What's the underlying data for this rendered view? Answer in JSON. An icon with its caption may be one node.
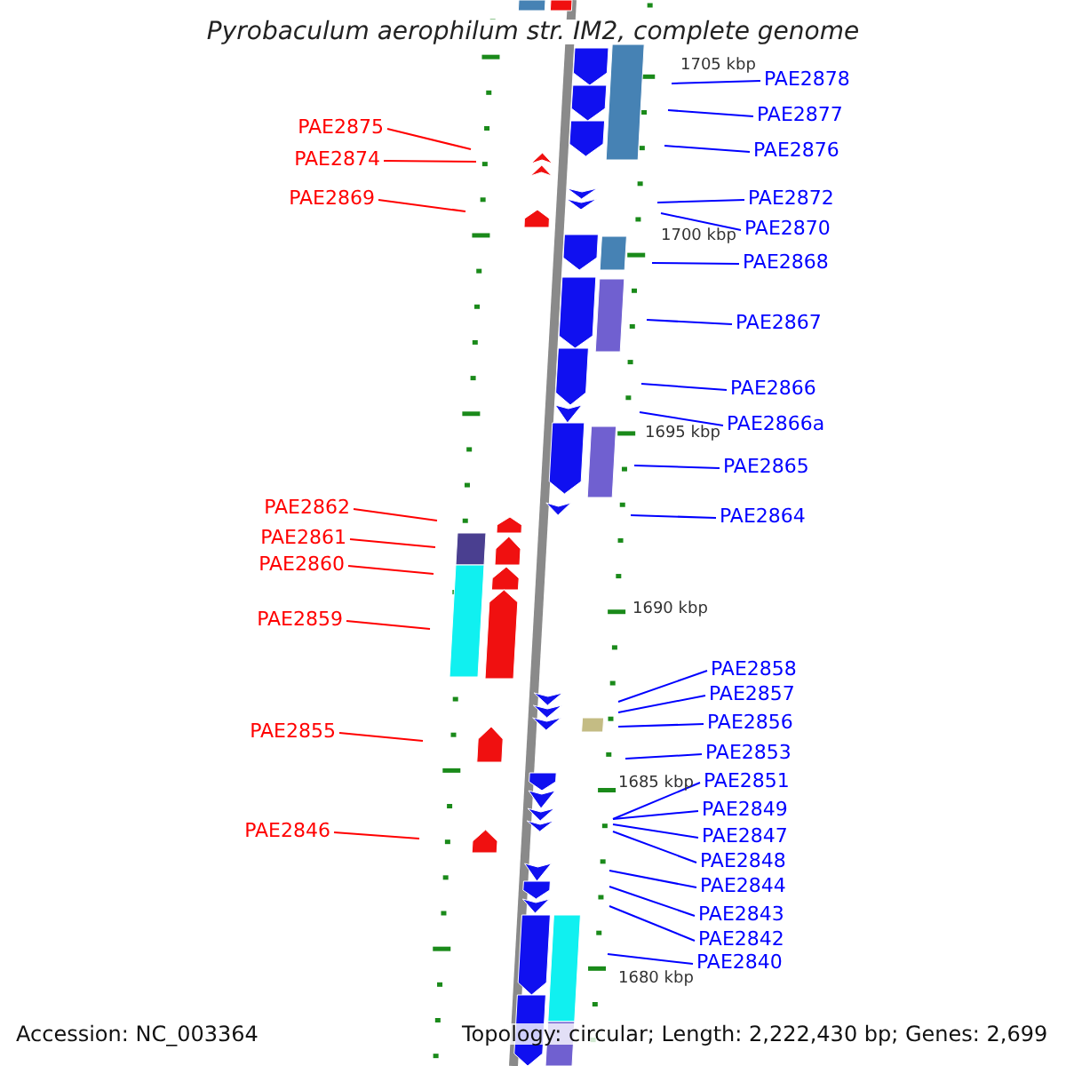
{
  "diagram": {
    "title": "Pyrobaculum aerophilum str. IM2, complete genome",
    "nodes": [
      {
        "text": [
          "PAE2878"
        ]
      },
      {
        "text": [
          "PAE2877"
        ]
      },
      {
        "text": [
          "PAE2875"
        ]
      },
      {
        "text": [
          "PAE2876"
        ]
      },
      {
        "text": [
          "PAE2874"
        ]
      },
      {
        "text": [
          "PAE2869"
        ]
      },
      {
        "text": [
          "PAE2872"
        ]
      },
      {
        "text": [
          "PAE2870"
        ]
      },
      {
        "text": [
          "PAE2868"
        ]
      },
      {
        "text": [
          "PAE2867"
        ]
      },
      {
        "text": [
          "PAE2866"
        ]
      },
      {
        "text": [
          "PAE2866a"
        ]
      },
      {
        "text": [
          "PAE2865"
        ]
      },
      {
        "text": [
          "PAE2862"
        ]
      },
      {
        "text": [
          "PAE2864"
        ]
      },
      {
        "text": [
          "PAE2861"
        ]
      },
      {
        "text": [
          "PAE2860"
        ]
      },
      {
        "text": [
          "PAE2859"
        ]
      },
      {
        "text": [
          "PAE2858"
        ]
      },
      {
        "text": [
          "PAE2857"
        ]
      },
      {
        "text": [
          "PAE2856"
        ]
      },
      {
        "text": [
          "PAE2855"
        ]
      },
      {
        "text": [
          "PAE2853"
        ]
      },
      {
        "text": [
          "PAE2851"
        ]
      },
      {
        "text": [
          "PAE2849"
        ]
      },
      {
        "text": [
          "PAE2846"
        ]
      },
      {
        "text": [
          "PAE2847"
        ]
      },
      {
        "text": [
          "PAE2848"
        ]
      },
      {
        "text": [
          "PAE2844"
        ]
      },
      {
        "text": [
          "PAE2843"
        ]
      },
      {
        "text": [
          "PAE2842"
        ]
      },
      {
        "text": [
          "PAE2840"
        ]
      }
    ],
    "edges": [
      {
        "from": 0,
        "to": null,
        "arrow": "none"
      },
      {
        "from": 1,
        "to": null,
        "arrow": "none"
      },
      {
        "from": 2,
        "to": null,
        "arrow": "none",
        "color": "#ff0000"
      },
      {
        "from": 3,
        "to": null,
        "arrow": "none"
      },
      {
        "from": 4,
        "to": null,
        "arrow": "none",
        "color": "#ff0000"
      },
      {
        "from": 5,
        "to": null,
        "arrow": "none",
        "color": "#ff0000"
      },
      {
        "from": 6,
        "to": null,
        "arrow": "none"
      },
      {
        "from": 7,
        "to": null,
        "arrow": "none"
      },
      {
        "from": 8,
        "to": null,
        "arrow": "none"
      },
      {
        "from": 9,
        "to": null,
        "arrow": "none"
      },
      {
        "from": 10,
        "to": null,
        "arrow": "none"
      },
      {
        "from": 11,
        "to": null,
        "arrow": "none"
      },
      {
        "from": 12,
        "to": null,
        "arrow": "none"
      },
      {
        "from": 13,
        "to": null,
        "arrow": "none",
        "color": "#ff0000"
      },
      {
        "from": 14,
        "to": null,
        "arrow": "none"
      },
      {
        "from": 15,
        "to": null,
        "arrow": "none",
        "color": "#ff0000"
      },
      {
        "from": 16,
        "to": null,
        "arrow": "none",
        "color": "#ff0000"
      },
      {
        "from": 17,
        "to": null,
        "arrow": "none",
        "color": "#ff0000"
      },
      {
        "from": 18,
        "to": null,
        "arrow": "none"
      },
      {
        "from": 19,
        "to": null,
        "arrow": "none"
      },
      {
        "from": 20,
        "to": null,
        "arrow": "none"
      },
      {
        "from": 21,
        "to": null,
        "arrow": "none",
        "color": "#ff0000"
      },
      {
        "from": 22,
        "to": null,
        "arrow": "none"
      },
      {
        "from": 23,
        "to": null,
        "arrow": "none"
      },
      {
        "from": 24,
        "to": null,
        "arrow": "none"
      },
      {
        "from": 25,
        "to": null,
        "arrow": "none",
        "color": "#ff0000"
      },
      {
        "from": 26,
        "to": null,
        "arrow": "none"
      },
      {
        "from": 27,
        "to": null,
        "arrow": "none"
      },
      {
        "from": 28,
        "to": null,
        "arrow": "none"
      },
      {
        "from": 29,
        "to": null,
        "arrow": "none"
      },
      {
        "from": 30,
        "to": null,
        "arrow": "none"
      },
      {
        "from": 31,
        "to": null,
        "arrow": "none"
      }
    ],
    "labels": [
      "1705 kbp",
      "1700 kbp",
      "1695 kbp",
      "1690 kbp",
      "1685 kbp",
      "1680 kbp",
      "Accession: NC_003364",
      "Topology: circular; Length: 2,222,430 bp; Genes: 2,699"
    ]
  }
}
